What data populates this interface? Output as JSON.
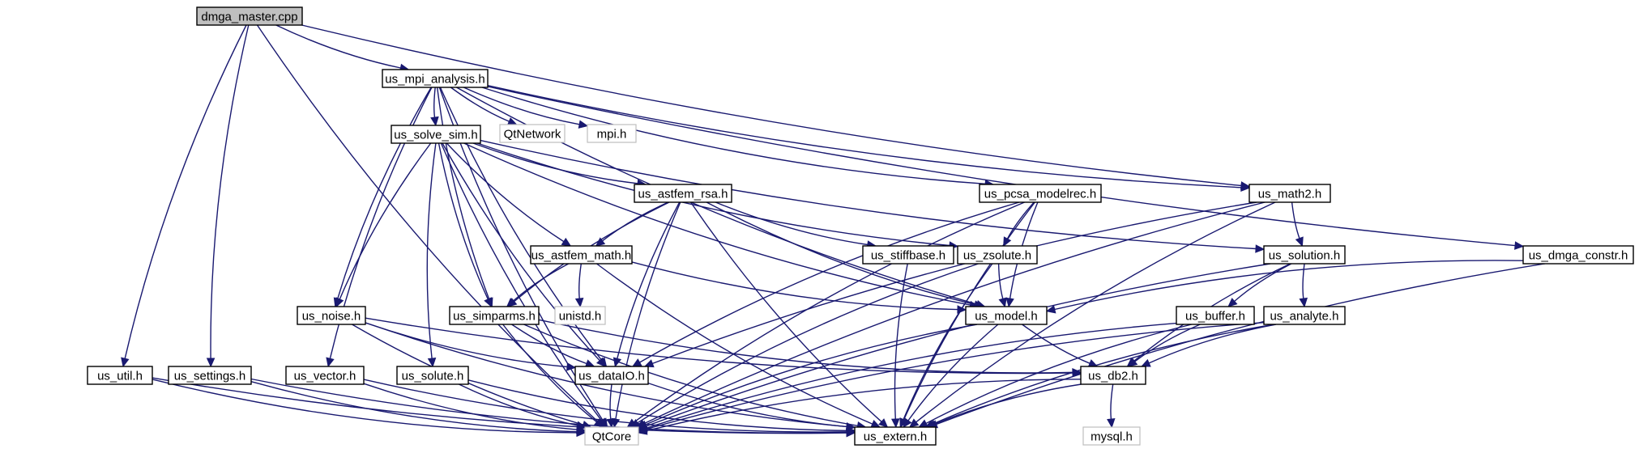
{
  "nodes": {
    "dmga_master": {
      "label": "dmga_master.cpp",
      "style": "root"
    },
    "mpi_analysis": {
      "label": "us_mpi_analysis.h",
      "style": "normal"
    },
    "qtnetwork": {
      "label": "QtNetwork",
      "style": "gray"
    },
    "mpi": {
      "label": "mpi.h",
      "style": "gray"
    },
    "solve_sim": {
      "label": "us_solve_sim.h",
      "style": "normal"
    },
    "astfem_rsa": {
      "label": "us_astfem_rsa.h",
      "style": "normal"
    },
    "pcsa_modelrec": {
      "label": "us_pcsa_modelrec.h",
      "style": "normal"
    },
    "math2": {
      "label": "us_math2.h",
      "style": "normal"
    },
    "astfem_math": {
      "label": "us_astfem_math.h",
      "style": "normal"
    },
    "stiffbase": {
      "label": "us_stiffbase.h",
      "style": "normal"
    },
    "zsolute": {
      "label": "us_zsolute.h",
      "style": "normal"
    },
    "solution": {
      "label": "us_solution.h",
      "style": "normal"
    },
    "dmga_constr": {
      "label": "us_dmga_constr.h",
      "style": "normal"
    },
    "noise": {
      "label": "us_noise.h",
      "style": "normal"
    },
    "simparms": {
      "label": "us_simparms.h",
      "style": "normal"
    },
    "unistd": {
      "label": "unistd.h",
      "style": "gray"
    },
    "model": {
      "label": "us_model.h",
      "style": "normal"
    },
    "buffer": {
      "label": "us_buffer.h",
      "style": "normal"
    },
    "analyte": {
      "label": "us_analyte.h",
      "style": "normal"
    },
    "util": {
      "label": "us_util.h",
      "style": "normal"
    },
    "settings": {
      "label": "us_settings.h",
      "style": "normal"
    },
    "vector": {
      "label": "us_vector.h",
      "style": "normal"
    },
    "solute": {
      "label": "us_solute.h",
      "style": "normal"
    },
    "dataio": {
      "label": "us_dataIO.h",
      "style": "normal"
    },
    "db2": {
      "label": "us_db2.h",
      "style": "normal"
    },
    "qtcore": {
      "label": "QtCore",
      "style": "gray"
    },
    "extern": {
      "label": "us_extern.h",
      "style": "normal"
    },
    "mysql": {
      "label": "mysql.h",
      "style": "gray"
    }
  },
  "edges": [
    [
      "dmga_master",
      "mpi_analysis"
    ],
    [
      "dmga_master",
      "util"
    ],
    [
      "dmga_master",
      "settings"
    ],
    [
      "dmga_master",
      "math2"
    ],
    [
      "dmga_master",
      "qtcore"
    ],
    [
      "mpi_analysis",
      "qtnetwork"
    ],
    [
      "mpi_analysis",
      "mpi"
    ],
    [
      "mpi_analysis",
      "solve_sim"
    ],
    [
      "mpi_analysis",
      "pcsa_modelrec"
    ],
    [
      "mpi_analysis",
      "math2"
    ],
    [
      "mpi_analysis",
      "dmga_constr"
    ],
    [
      "mpi_analysis",
      "noise"
    ],
    [
      "mpi_analysis",
      "simparms"
    ],
    [
      "mpi_analysis",
      "model"
    ],
    [
      "mpi_analysis",
      "dataio"
    ],
    [
      "mpi_analysis",
      "vector"
    ],
    [
      "mpi_analysis",
      "qtcore"
    ],
    [
      "solve_sim",
      "astfem_rsa"
    ],
    [
      "solve_sim",
      "astfem_math"
    ],
    [
      "solve_sim",
      "zsolute"
    ],
    [
      "solve_sim",
      "solution"
    ],
    [
      "solve_sim",
      "noise"
    ],
    [
      "solve_sim",
      "simparms"
    ],
    [
      "solve_sim",
      "model"
    ],
    [
      "solve_sim",
      "dataio"
    ],
    [
      "solve_sim",
      "solute"
    ],
    [
      "solve_sim",
      "qtcore"
    ],
    [
      "astfem_rsa",
      "astfem_math"
    ],
    [
      "astfem_rsa",
      "stiffbase"
    ],
    [
      "astfem_rsa",
      "simparms"
    ],
    [
      "astfem_rsa",
      "model"
    ],
    [
      "astfem_rsa",
      "dataio"
    ],
    [
      "astfem_rsa",
      "qtcore"
    ],
    [
      "astfem_rsa",
      "extern"
    ],
    [
      "pcsa_modelrec",
      "zsolute"
    ],
    [
      "pcsa_modelrec",
      "model"
    ],
    [
      "pcsa_modelrec",
      "dataio"
    ],
    [
      "pcsa_modelrec",
      "qtcore"
    ],
    [
      "pcsa_modelrec",
      "extern"
    ],
    [
      "math2",
      "solution"
    ],
    [
      "math2",
      "dataio"
    ],
    [
      "math2",
      "qtcore"
    ],
    [
      "math2",
      "extern"
    ],
    [
      "astfem_math",
      "unistd"
    ],
    [
      "astfem_math",
      "simparms"
    ],
    [
      "astfem_math",
      "model"
    ],
    [
      "astfem_math",
      "extern"
    ],
    [
      "stiffbase",
      "extern"
    ],
    [
      "zsolute",
      "model"
    ],
    [
      "zsolute",
      "qtcore"
    ],
    [
      "zsolute",
      "extern"
    ],
    [
      "solution",
      "buffer"
    ],
    [
      "solution",
      "analyte"
    ],
    [
      "solution",
      "db2"
    ],
    [
      "solution",
      "qtcore"
    ],
    [
      "dmga_constr",
      "model"
    ],
    [
      "dmga_constr",
      "extern"
    ],
    [
      "noise",
      "dataio"
    ],
    [
      "noise",
      "db2"
    ],
    [
      "noise",
      "qtcore"
    ],
    [
      "noise",
      "extern"
    ],
    [
      "simparms",
      "dataio"
    ],
    [
      "simparms",
      "db2"
    ],
    [
      "simparms",
      "qtcore"
    ],
    [
      "simparms",
      "extern"
    ],
    [
      "model",
      "db2"
    ],
    [
      "model",
      "qtcore"
    ],
    [
      "model",
      "extern"
    ],
    [
      "buffer",
      "db2"
    ],
    [
      "buffer",
      "qtcore"
    ],
    [
      "buffer",
      "extern"
    ],
    [
      "analyte",
      "db2"
    ],
    [
      "analyte",
      "qtcore"
    ],
    [
      "analyte",
      "extern"
    ],
    [
      "util",
      "qtcore"
    ],
    [
      "util",
      "extern"
    ],
    [
      "settings",
      "qtcore"
    ],
    [
      "settings",
      "extern"
    ],
    [
      "vector",
      "qtcore"
    ],
    [
      "vector",
      "extern"
    ],
    [
      "solute",
      "qtcore"
    ],
    [
      "solute",
      "extern"
    ],
    [
      "dataio",
      "qtcore"
    ],
    [
      "dataio",
      "extern"
    ],
    [
      "db2",
      "mysql"
    ],
    [
      "db2",
      "qtcore"
    ],
    [
      "db2",
      "extern"
    ]
  ]
}
